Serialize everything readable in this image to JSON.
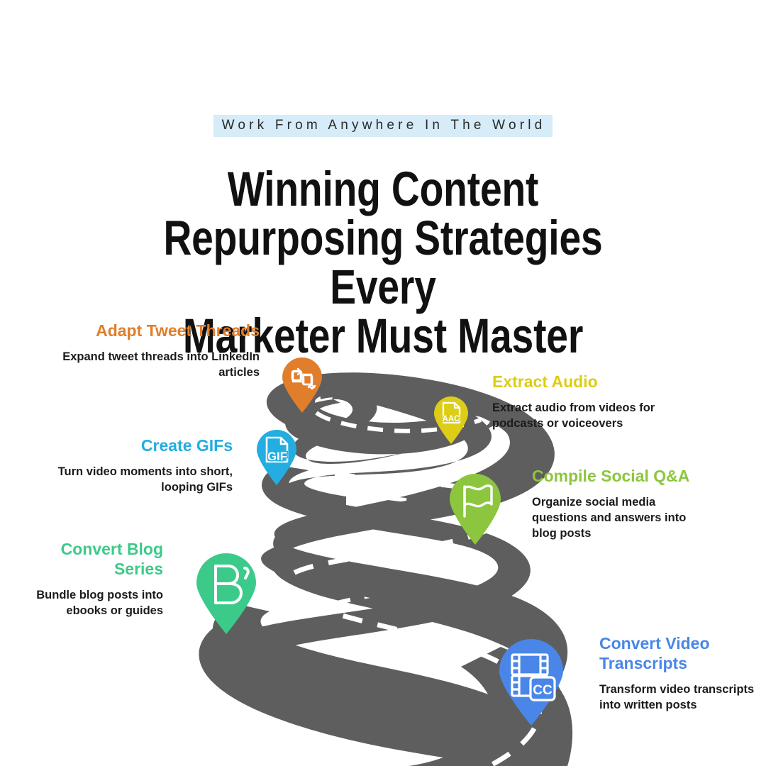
{
  "poster": {
    "kicker": "Work From Anywhere In The World",
    "kicker_bg": "#d6ecf8",
    "headline_line1": "Winning Content Repurposing Strategies Every",
    "headline_line2": "Marketer Must Master",
    "headline_color": "#111111",
    "background": "#ffffff"
  },
  "road": {
    "color": "#5e5e5e",
    "dash_color": "#ffffff",
    "shape": "winding-s-curve-descending"
  },
  "steps": [
    {
      "id": "adapt-tweet-threads",
      "title": "Adapt Tweet Threads",
      "description": "Expand tweet threads into LinkedIn articles",
      "color": "#e07e2b",
      "icon": "retweet-icon",
      "align": "right"
    },
    {
      "id": "extract-audio",
      "title": "Extract Audio",
      "description": "Extract audio from videos for podcasts or voiceovers",
      "color": "#ddcd16",
      "icon": "aac-file-icon",
      "icon_label": "AAC",
      "align": "left"
    },
    {
      "id": "create-gifs",
      "title": "Create GIFs",
      "description": "Turn video moments into short, looping GIFs",
      "color": "#23ade0",
      "icon": "gif-file-icon",
      "icon_label": "GIF",
      "align": "right"
    },
    {
      "id": "compile-social-qa",
      "title": "Compile Social Q&A",
      "description": "Organize social media questions and answers into blog posts",
      "color": "#8cc63e",
      "icon": "flag-icon",
      "align": "left"
    },
    {
      "id": "convert-blog-series",
      "title": "Convert Blog Series",
      "description": "Bundle blog posts into ebooks or guides",
      "color": "#3cca8a",
      "icon": "blogger-b-icon",
      "icon_label": "B",
      "align": "right"
    },
    {
      "id": "convert-video-transcripts",
      "title": "Convert Video Transcripts",
      "description": "Transform video transcripts into written posts",
      "color": "#4a86e8",
      "icon": "film-cc-icon",
      "icon_label": "CC",
      "align": "left"
    }
  ]
}
